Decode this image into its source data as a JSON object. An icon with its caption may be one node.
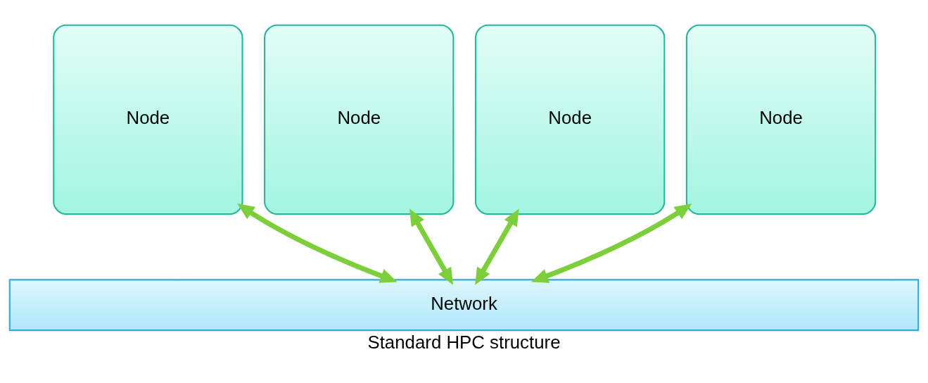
{
  "diagram": {
    "caption": "Standard HPC structure",
    "nodes": [
      {
        "text": [
          "Node"
        ]
      },
      {
        "text": [
          "Node"
        ]
      },
      {
        "text": [
          "Node"
        ]
      },
      {
        "text": [
          "Node"
        ]
      },
      {
        "text": [
          "Network"
        ]
      }
    ],
    "edges": [
      {
        "from": 0,
        "to": 4,
        "arrow": "both"
      },
      {
        "from": 1,
        "to": 4,
        "arrow": "both"
      },
      {
        "from": 2,
        "to": 4,
        "arrow": "both"
      },
      {
        "from": 3,
        "to": 4,
        "arrow": "both"
      }
    ]
  }
}
